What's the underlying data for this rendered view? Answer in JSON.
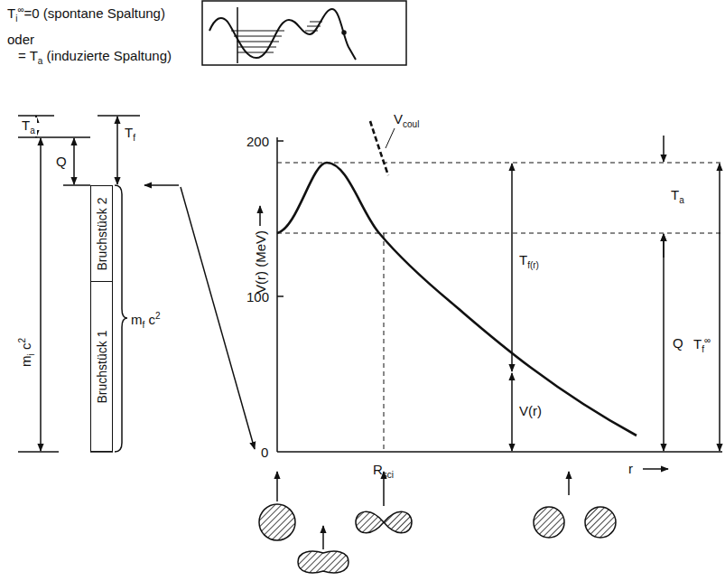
{
  "diagram": {
    "nodes": [
      {
        "text": [
          "Bruchstück 2"
        ]
      },
      {
        "text": [
          "Bruchstück 1"
        ]
      }
    ],
    "labels": [
      "Ti∞=0 (spontane Spaltung)",
      "oder",
      "= Ta (induzierte Spaltung)",
      "Ta",
      "Q",
      "Tf",
      "mi c2",
      "mf c2",
      "V(r) (MeV)",
      "200",
      "100",
      "0",
      "Vcoul",
      "Ta",
      "Q",
      "Tf∞",
      "Tf(r)",
      "V(r)",
      "Rsci",
      "r"
    ]
  }
}
